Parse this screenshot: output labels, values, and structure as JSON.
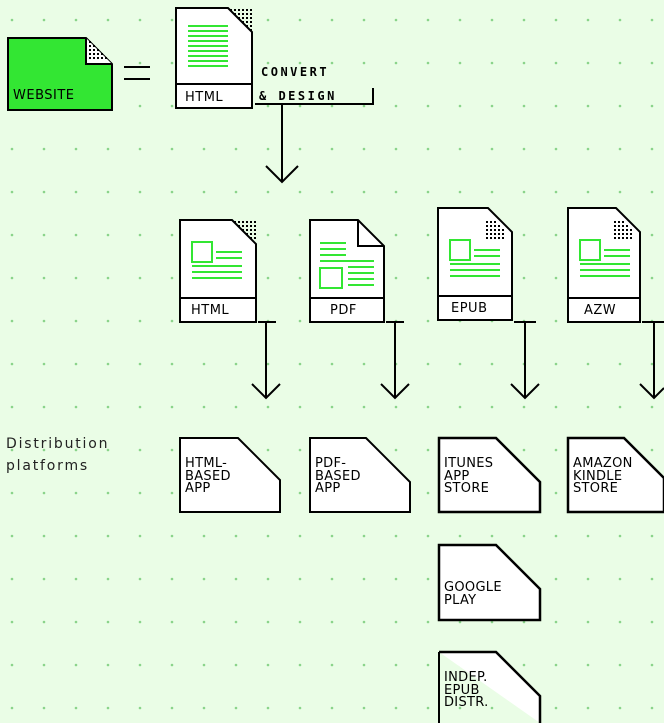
{
  "colors": {
    "background": "#eafde6",
    "accent": "#33e633",
    "ink": "#000000",
    "dots": "#8ad48a"
  },
  "top": {
    "website_label": "WEBSITE",
    "equals": "=",
    "html_label": "HTML",
    "convert_line1": "CONVERT",
    "convert_line2": "& DESIGN"
  },
  "formats": [
    {
      "label": "HTML",
      "icon": "html-document-icon"
    },
    {
      "label": "PDF",
      "icon": "pdf-document-icon"
    },
    {
      "label": "EPUB",
      "icon": "epub-document-icon"
    },
    {
      "label": "AZW",
      "icon": "azw-document-icon"
    }
  ],
  "side_label": {
    "line1": "Distribution",
    "line2": "platforms"
  },
  "platforms": [
    [
      "HTML-",
      "BASED",
      "APP"
    ],
    [
      "PDF-",
      "BASED",
      "APP"
    ],
    [
      "ITUNES",
      "APP",
      "STORE"
    ],
    [
      "AMAZON",
      "KINDLE",
      "STORE"
    ],
    [
      "GOOGLE",
      "PLAY"
    ],
    [
      "INDEP.",
      "EPUB",
      "DISTR."
    ]
  ]
}
